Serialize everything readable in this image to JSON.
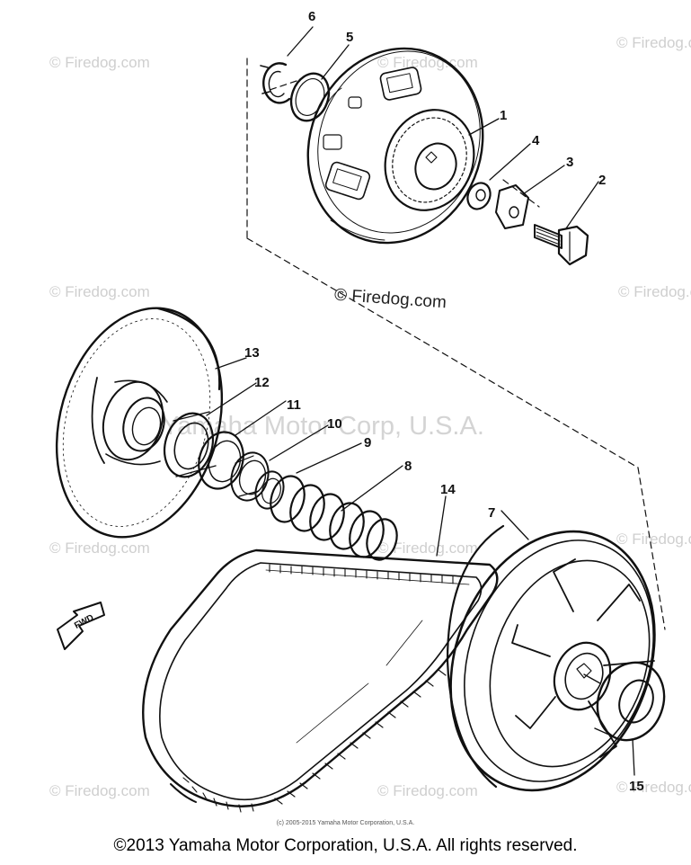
{
  "watermarks": {
    "text": "© Firedog.com",
    "center_text": "© Firedog.com",
    "faint_center": "Yamaha Motor Corp, U.S.A."
  },
  "callouts": [
    "1",
    "2",
    "3",
    "4",
    "5",
    "6",
    "7",
    "8",
    "9",
    "10",
    "11",
    "12",
    "13",
    "14",
    "15"
  ],
  "fwd_label": "FWD",
  "small_copyright": "(c) 2005-2015 Yamaha Motor Corporation, U.S.A.",
  "footer_copyright": "©2013 Yamaha Motor Corporation, U.S.A. All rights reserved."
}
